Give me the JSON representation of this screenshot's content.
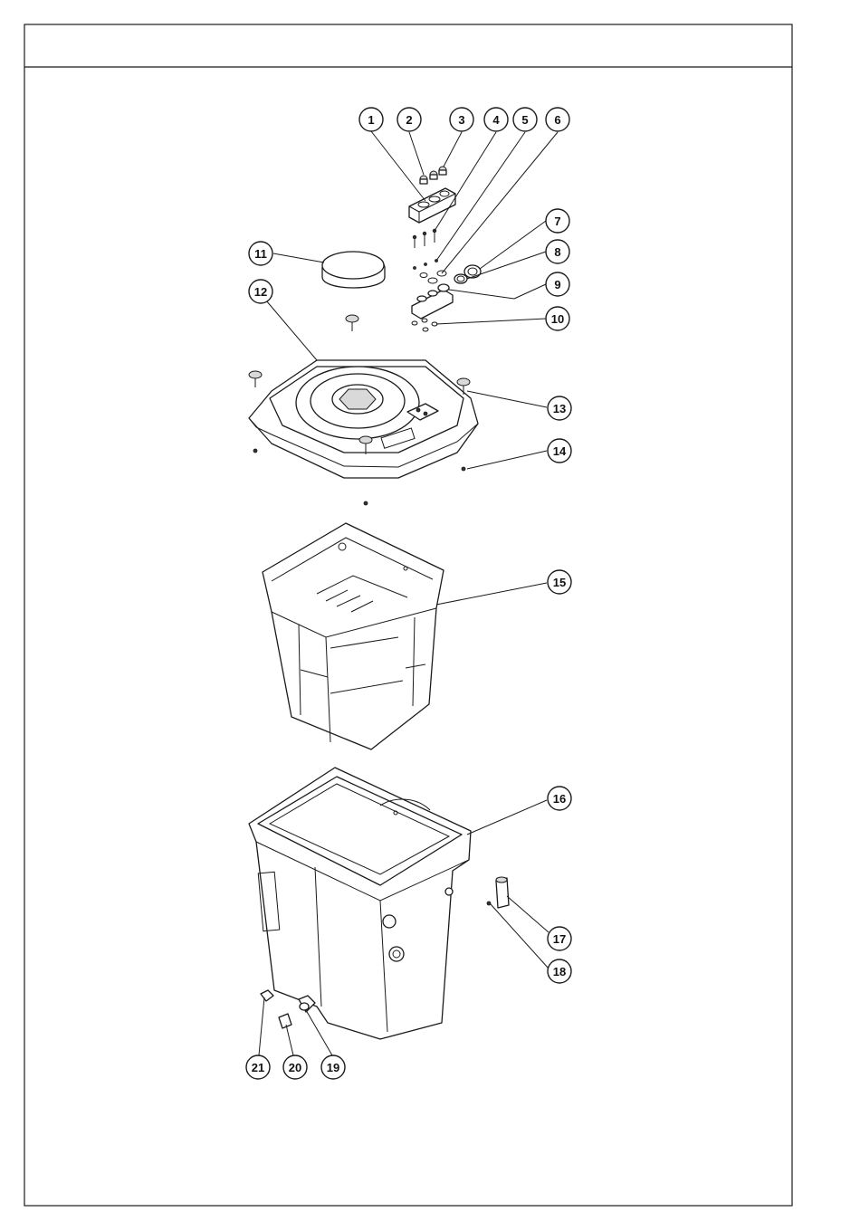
{
  "header": {
    "title": ""
  },
  "diagram": {
    "callouts": [
      {
        "label": "1"
      },
      {
        "label": "2"
      },
      {
        "label": "3"
      },
      {
        "label": "4"
      },
      {
        "label": "5"
      },
      {
        "label": "6"
      },
      {
        "label": "7"
      },
      {
        "label": "8"
      },
      {
        "label": "9"
      },
      {
        "label": "10"
      },
      {
        "label": "11"
      },
      {
        "label": "12"
      },
      {
        "label": "13"
      },
      {
        "label": "14"
      },
      {
        "label": "15"
      },
      {
        "label": "16"
      },
      {
        "label": "17"
      },
      {
        "label": "18"
      },
      {
        "label": "19"
      },
      {
        "label": "20"
      },
      {
        "label": "21"
      }
    ]
  }
}
